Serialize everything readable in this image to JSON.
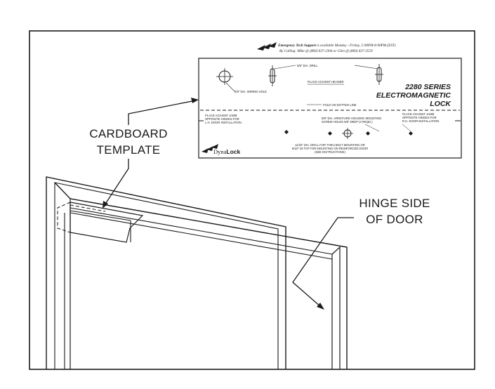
{
  "callouts": {
    "cardboard_line1": "CARDBOARD",
    "cardboard_line2": "TEMPLATE",
    "hinge_line1": "HINGE SIDE",
    "hinge_line2": "OF DOOR"
  },
  "template": {
    "support_bold": "Emergency Tech Support",
    "support_rest": " is available Monday - Friday, 5:00PM-8:00PM (EST)",
    "support_line2": "By Calling: Mike @ (860) 637-2304 or Glen @ (860) 637-2559",
    "drill_label": "5/8\" DIA. DRILL",
    "wiring_hole": "5/8\" DIA. WIRING HOLE",
    "place_header": "PLACE AGAINST HEADER",
    "series": "2280 SERIES",
    "product_line1": "ELECTROMAGNETIC",
    "product_line2": "LOCK",
    "fold_line": "FOLD ON DOTTED LINE",
    "left_jamb_1": "PLACE AGAINST JAMB",
    "left_jamb_2": "OPPOSITE HINGES FOR",
    "left_jamb_3": "L.H. DOOR INSTALLATION",
    "right_jamb_1": "PLACE AGAINST JAMB",
    "right_jamb_2": "OPPOSITE HINGES FOR",
    "right_jamb_3": "R.H. DOOR INSTALLATION",
    "armature_1": "5/8\" DIA. ARMATURE HOUSING MOUNTING",
    "armature_2": "SCREW HOLES 5/8\" DEEP (4 REQD.)",
    "thru_bolt_1": "11/32\" DIA. DRILL FOR THRU BOLT MOUNTING OR",
    "thru_bolt_2": "5/16\"-18 TAP FOR MOUNTING ON REINFORCED DOOR",
    "thru_bolt_3": "(SEE INSTRUCTIONS)",
    "brand_prefix": "Dyna",
    "brand_suffix": "Lock"
  },
  "colors": {
    "ink": "#1a1a1a",
    "paper": "#ffffff"
  }
}
